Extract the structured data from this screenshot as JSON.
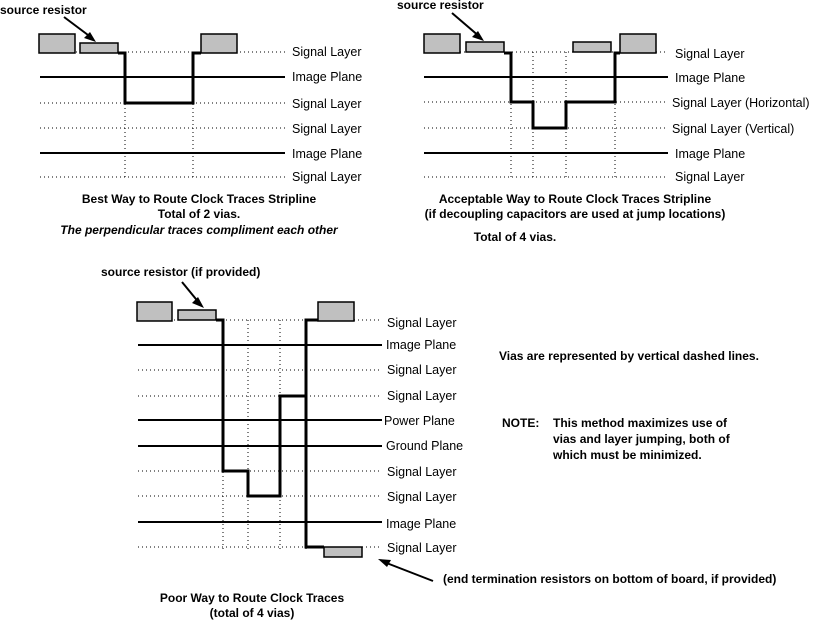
{
  "diagram1": {
    "resistor_label": "source resistor",
    "layers": [
      "Signal Layer",
      "Image Plane",
      "Signal Layer",
      "Signal Layer",
      "Image Plane",
      "Signal Layer"
    ],
    "caption_title": "Best Way to Route Clock Traces Stripline",
    "caption_vias": "Total of 2 vias.",
    "caption_note": "The perpendicular traces compliment each other"
  },
  "diagram2": {
    "resistor_label": "source resistor",
    "layers": [
      "Signal Layer",
      "Image Plane",
      "Signal Layer (Horizontal)",
      "Signal Layer (Vertical)",
      "Image Plane",
      "Signal Layer"
    ],
    "caption_title": "Acceptable Way to Route Clock Traces Stripline",
    "caption_sub": "(if decoupling capacitors are used at jump locations)",
    "caption_vias": "Total of 4 vias."
  },
  "diagram3": {
    "resistor_label": "source resistor (if provided)",
    "layers": [
      "Signal Layer",
      "Image Plane",
      "Signal Layer",
      "Signal Layer",
      "Power Plane",
      "Ground Plane",
      "Signal Layer",
      "Signal Layer",
      "Image Plane",
      "Signal Layer"
    ],
    "end_note": "(end termination resistors on bottom of board, if provided)",
    "caption_title": "Poor Way to Route Clock Traces",
    "caption_sub": "(total of 4 vias)"
  },
  "notes": {
    "vias_note": "Vias are represented by vertical dashed lines.",
    "note_label": "NOTE:",
    "note_line1": "This method maximizes use of",
    "note_line2": "vias and layer jumping, both of",
    "note_line3": "which must be minimized."
  }
}
